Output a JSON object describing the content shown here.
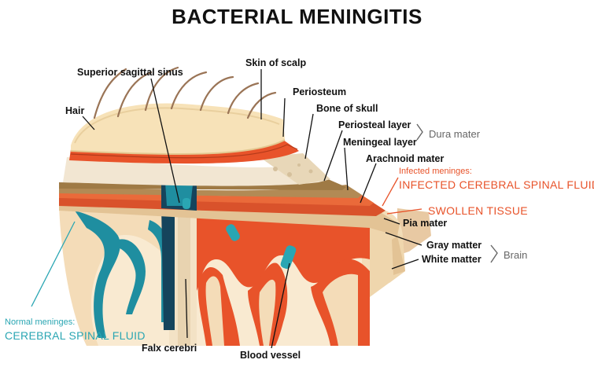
{
  "title": "BACTERIAL MENINGITIS",
  "labels": {
    "skin_of_scalp": "Skin of scalp",
    "superior_sagittal_sinus": "Superior sagittal sinus",
    "periosteum": "Periosteum",
    "hair": "Hair",
    "bone_of_skull": "Bone of skull",
    "periosteal_layer": "Periosteal layer",
    "meningeal_layer": "Meningeal layer",
    "arachnoid_mater": "Arachnoid mater",
    "pia_mater": "Pia mater",
    "gray_matter": "Gray matter",
    "white_matter": "White matter",
    "falx_cerebri": "Falx cerebri",
    "blood_vessel": "Blood vessel"
  },
  "groups": {
    "dura_mater": "Dura mater",
    "brain": "Brain"
  },
  "infected": {
    "caption": "Infected meninges:",
    "fluid": "INFECTED CEREBRAL SPINAL FLUID",
    "swollen": "SWOLLEN TISSUE"
  },
  "normal": {
    "caption": "Normal meninges:",
    "fluid": "CEREBRAL SPINAL FLUID"
  },
  "colors": {
    "infected": "#e8532a",
    "normal": "#2aa6b3",
    "group": "#666666"
  }
}
